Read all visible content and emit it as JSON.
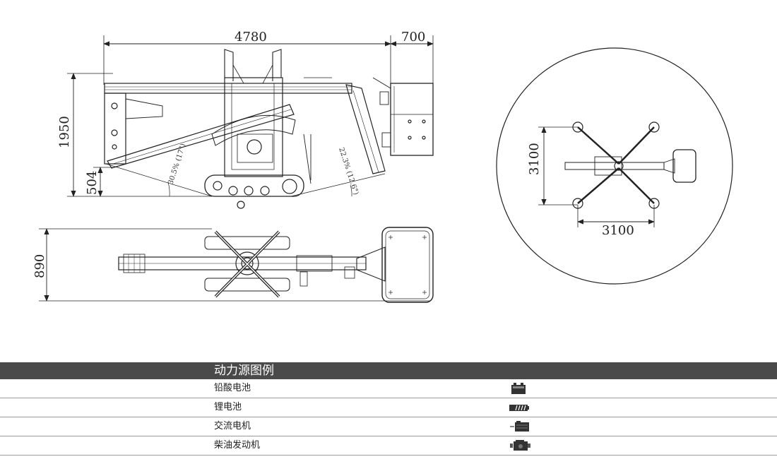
{
  "dimensions": {
    "length": "4780",
    "basket_width": "700",
    "height": "1950",
    "ground_clearance": "504",
    "width": "890",
    "outrigger_length": "3100",
    "outrigger_width": "3100",
    "angle_left": "30.5% (17°)",
    "angle_right": "22.3% (12.6°)"
  },
  "legend": {
    "title": "动力源图例",
    "items": [
      {
        "label": "铅酸电池",
        "icon": "lead-acid-battery-icon"
      },
      {
        "label": "锂电池",
        "icon": "lithium-battery-icon"
      },
      {
        "label": "交流电机",
        "icon": "ac-motor-icon"
      },
      {
        "label": "柴油发动机",
        "icon": "diesel-engine-icon"
      }
    ]
  }
}
